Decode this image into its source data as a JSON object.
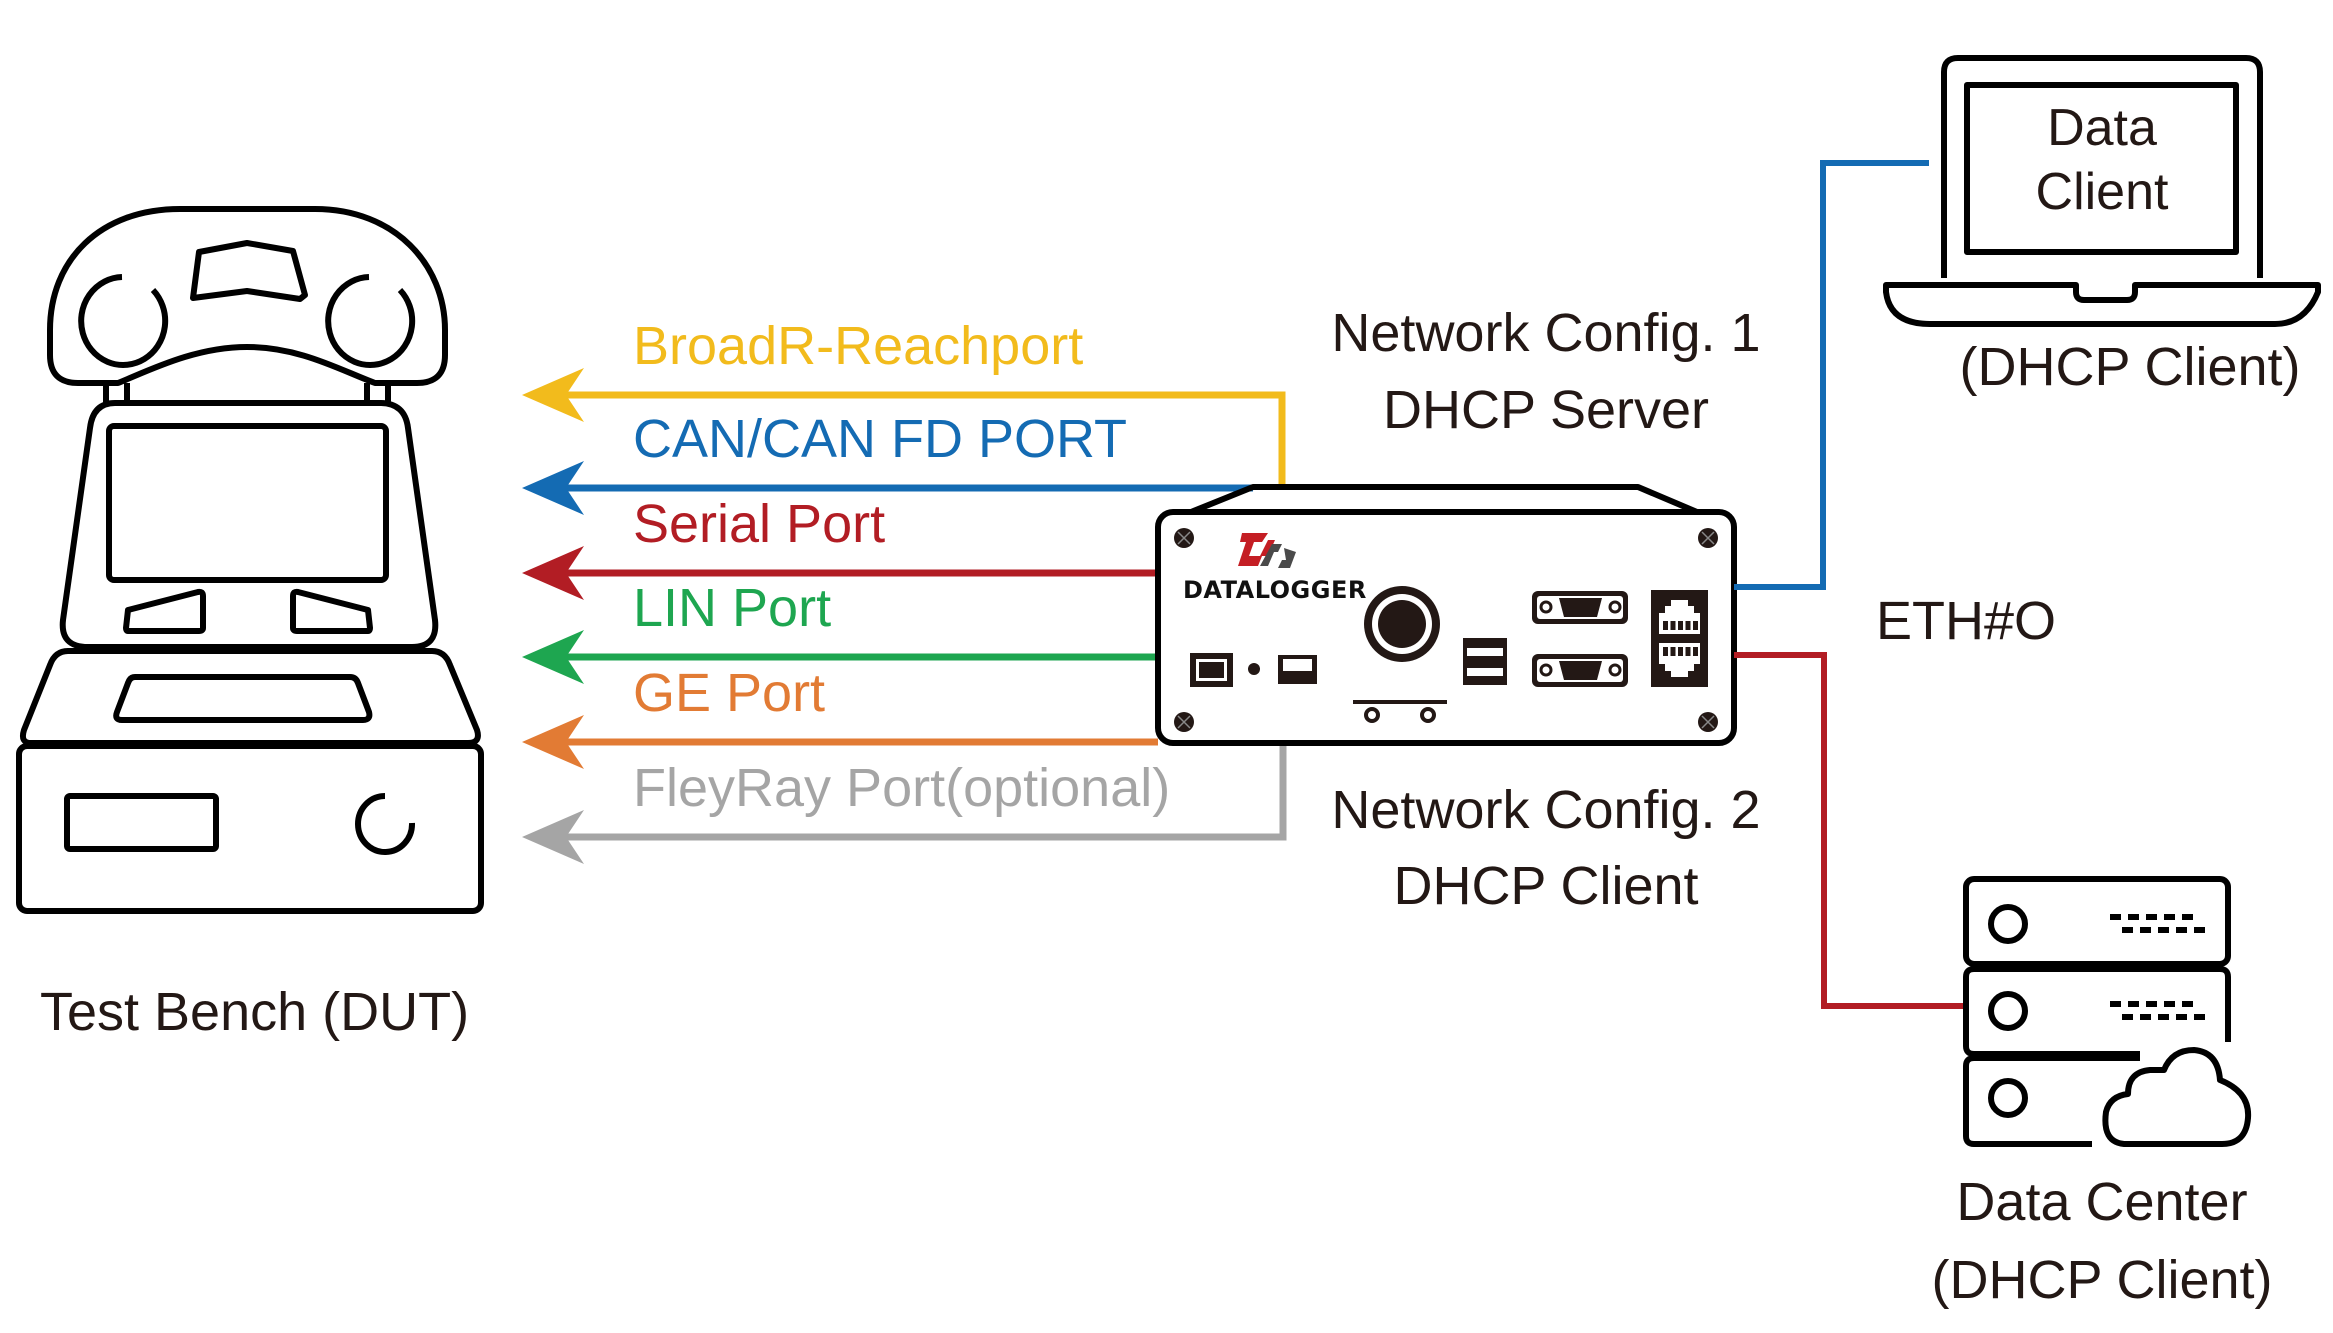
{
  "colors": {
    "broadr": "#f2bb1c",
    "can": "#146bb3",
    "serial": "#b21d24",
    "lin": "#1ea650",
    "ge": "#e27b34",
    "flexray": "#a5a5a5",
    "eth_blue": "#146bb3",
    "eth_red": "#b21d24",
    "text_dark": "#231815",
    "logo_red": "#c41e24",
    "logo_gray": "#4a4a4a"
  },
  "test_bench": {
    "label": "Test Bench (DUT)",
    "icon": "robot-test-bench-icon"
  },
  "ports": [
    {
      "id": "broadr",
      "label": "BroadR-Reachport",
      "color": "#f2bb1c"
    },
    {
      "id": "can",
      "label": "CAN/CAN FD PORT",
      "color": "#146bb3"
    },
    {
      "id": "serial",
      "label": "Serial Port",
      "color": "#b21d24"
    },
    {
      "id": "lin",
      "label": "LIN Port",
      "color": "#1ea650"
    },
    {
      "id": "ge",
      "label": "GE Port",
      "color": "#e27b34"
    },
    {
      "id": "flexray",
      "label": "FleyRay Port(optional)",
      "color": "#a5a5a5"
    }
  ],
  "datalogger": {
    "brand": "DATALOGGER",
    "icon": "datalogger-device-icon"
  },
  "network_config_1": {
    "line1": "Network Config. 1",
    "line2": "DHCP Server"
  },
  "network_config_2": {
    "line1": "Network Config. 2",
    "line2": "DHCP Client"
  },
  "eth_label": "ETH#O",
  "data_client": {
    "screen_line1": "Data",
    "screen_line2": "Client",
    "caption": "(DHCP Client)",
    "icon": "laptop-icon"
  },
  "data_center": {
    "line1": "Data Center",
    "line2": "(DHCP Client)",
    "icon": "server-cloud-icon"
  }
}
